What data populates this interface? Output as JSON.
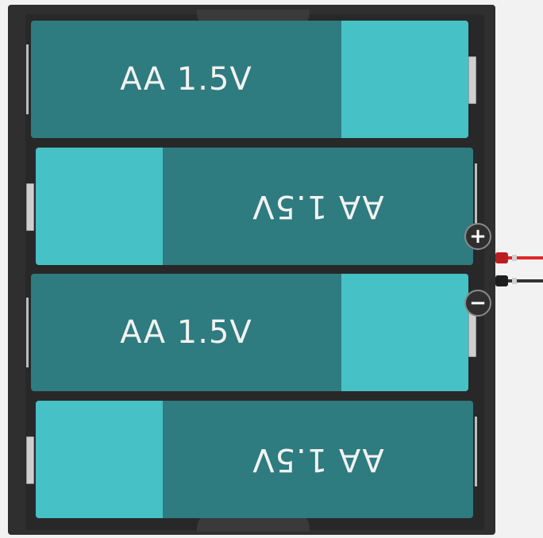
{
  "batteries": [
    {
      "label": "AA 1.5V",
      "orientation": "normal"
    },
    {
      "label": "AA 1.5V",
      "orientation": "flipped"
    },
    {
      "label": "AA 1.5V",
      "orientation": "normal"
    },
    {
      "label": "AA 1.5V",
      "orientation": "flipped"
    }
  ],
  "terminals": {
    "positive": "+",
    "negative": "−"
  },
  "colors": {
    "battery_body": "#2e7b80",
    "battery_cap": "#46c1c5",
    "holder": "#2f2f30",
    "red_wire": "#e0262b",
    "black_wire": "#333333"
  }
}
